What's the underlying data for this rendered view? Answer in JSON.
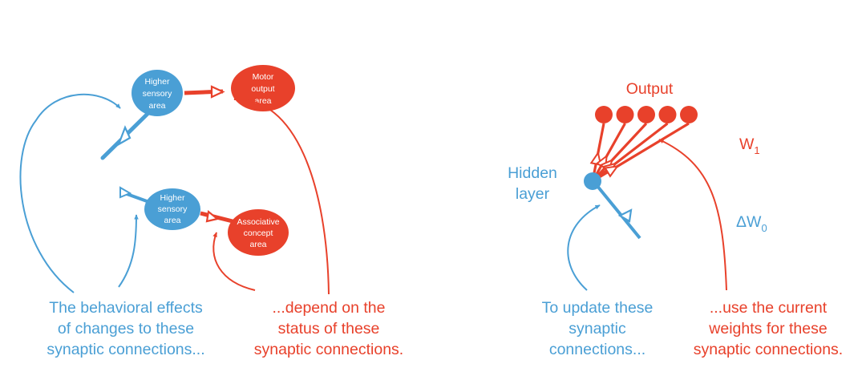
{
  "colors": {
    "blue": "#4a9fd5",
    "red": "#e8412b",
    "background": "#ffffff"
  },
  "left_panel": {
    "nodes": {
      "higher_sensory_top": [
        "Higher",
        "sensory",
        "area"
      ],
      "motor_output": [
        "Motor",
        "output",
        "area"
      ],
      "higher_sensory_bottom": [
        "Higher",
        "sensory",
        "area"
      ],
      "associative_concept": [
        "Associative",
        "concept",
        "area"
      ]
    },
    "captions": {
      "behavioral_effects": [
        "The behavioral effects",
        "of changes to these",
        "synaptic connections..."
      ],
      "depend_on_status": [
        "...depend on the",
        "status of these",
        "synaptic connections."
      ]
    }
  },
  "right_panel": {
    "output_label": "Output",
    "hidden_layer_label": [
      "Hidden",
      "layer"
    ],
    "w1_label": {
      "base": "W",
      "sub": "1"
    },
    "dw0_label": {
      "base": "ΔW",
      "sub": "0"
    },
    "output_units": 5,
    "captions": {
      "update_connections": [
        "To update these",
        "synaptic",
        "connections..."
      ],
      "use_current_weights": [
        "...use the current",
        "weights for these",
        "synaptic connections."
      ]
    }
  }
}
